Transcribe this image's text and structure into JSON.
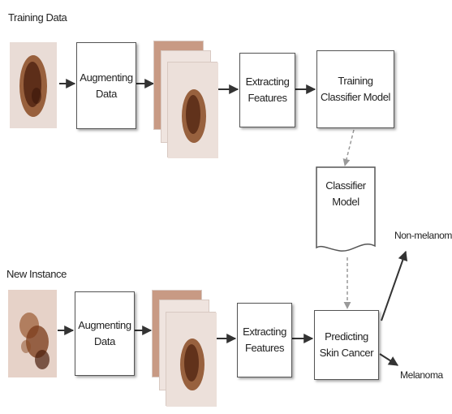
{
  "diagram": {
    "top_row": {
      "title": "Training Data",
      "augment": "Augmenting\nData",
      "extract": "Extracting\nFeatures",
      "train": "Training\nClassifier Model"
    },
    "classifier": "Classifier\nModel",
    "bottom_row": {
      "title": "New Instance",
      "augment": "Augmenting\nData",
      "extract": "Extracting\nFeatures",
      "predict": "Predicting\nSkin Cancer"
    },
    "outputs": {
      "non_melanoma": "Non-melanoma",
      "melanoma": "Melanoma"
    }
  },
  "colors": {
    "border": "#555555",
    "lesion_dark": "#4a1e0d",
    "lesion_mid": "#8a4a22",
    "skin_bg": "#e9dcd6",
    "stack_back": "#c89a84"
  }
}
